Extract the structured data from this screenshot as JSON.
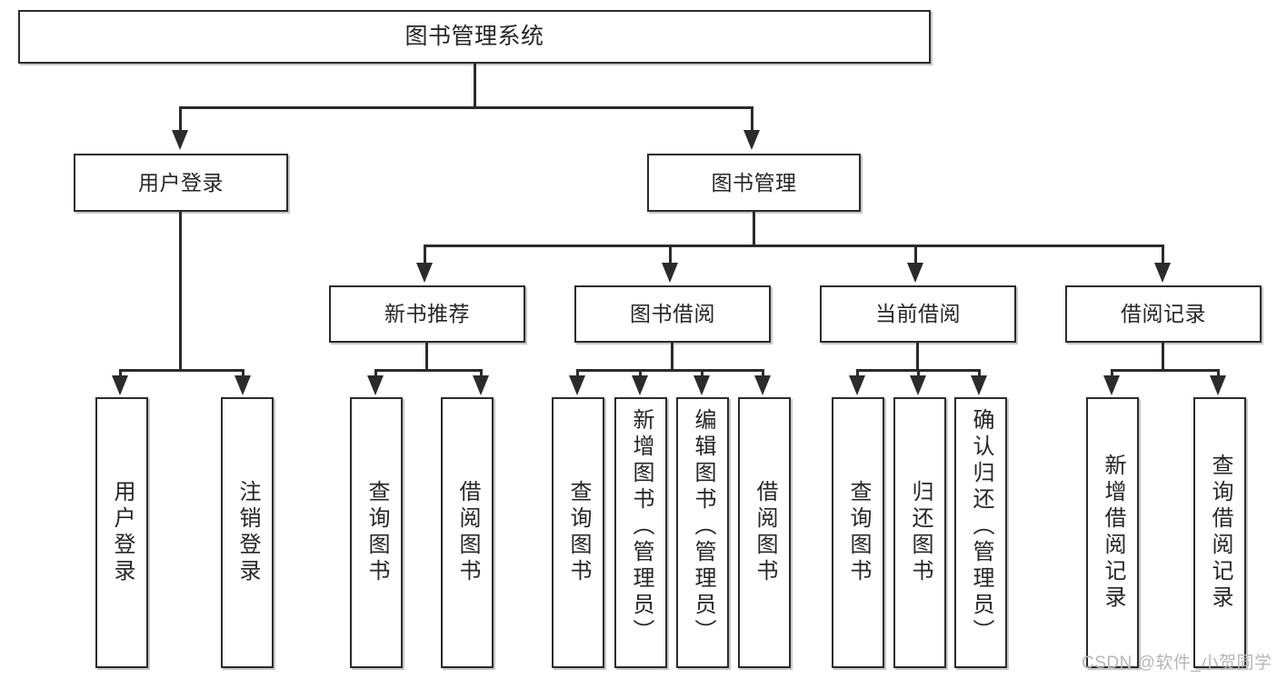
{
  "diagram": {
    "type": "tree",
    "title": "图书管理系统",
    "root": {
      "label": "图书管理系统"
    },
    "level2": [
      {
        "label": "用户登录"
      },
      {
        "label": "图书管理"
      }
    ],
    "level3": [
      {
        "label": "新书推荐"
      },
      {
        "label": "图书借阅"
      },
      {
        "label": "当前借阅"
      },
      {
        "label": "借阅记录"
      }
    ],
    "leaves": {
      "user_login": [
        {
          "label": "用户登录"
        },
        {
          "label": "注销登录"
        }
      ],
      "new_book_recommend": [
        {
          "label": "查询图书"
        },
        {
          "label": "借阅图书"
        }
      ],
      "book_borrow": [
        {
          "label": "查询图书"
        },
        {
          "label": "新增图书（管理员）"
        },
        {
          "label": "编辑图书（管理员）"
        },
        {
          "label": "借阅图书"
        }
      ],
      "current_borrow": [
        {
          "label": "查询图书"
        },
        {
          "label": "归还图书"
        },
        {
          "label": "确认归还（管理员）"
        }
      ],
      "borrow_record": [
        {
          "label": "新增借阅记录"
        },
        {
          "label": "查询借阅记录"
        }
      ]
    }
  },
  "watermark": {
    "text": "CSDN @软件_小贺同学"
  },
  "colors": {
    "stroke": "#2b2b2b",
    "fill": "#ffffff",
    "text": "#262626",
    "watermark": "#b6b6b6"
  }
}
